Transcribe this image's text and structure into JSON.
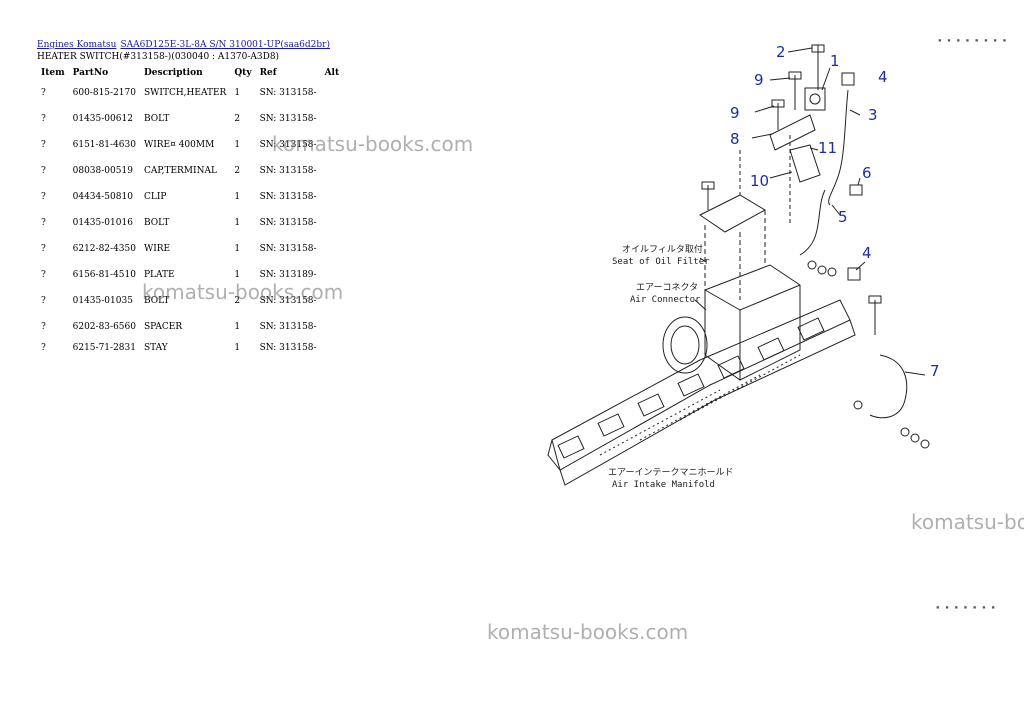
{
  "breadcrumb": {
    "link1": "Engines Komatsu",
    "link2": "SAA6D125E-3L-8A S/N 310001-UP(saa6d2br)"
  },
  "page_title": "HEATER SWITCH(#313158-)(030040 : A1370-A3D8)",
  "table": {
    "headers": [
      "Item",
      "PartNo",
      "Description",
      "Qty",
      "Ref",
      "Alt"
    ],
    "rows": [
      {
        "item": "?",
        "part": "600-815-2170",
        "desc": "SWITCH,HEATER",
        "qty": "1",
        "ref": "SN: 313158-",
        "alt": ""
      },
      {
        "item": "?",
        "part": "01435-00612",
        "desc": "BOLT",
        "qty": "2",
        "ref": "SN: 313158-",
        "alt": ""
      },
      {
        "item": "?",
        "part": "6151-81-4630",
        "desc": "WIRE¤ 400MM",
        "qty": "1",
        "ref": "SN: 313158-",
        "alt": ""
      },
      {
        "item": "?",
        "part": "08038-00519",
        "desc": "CAP,TERMINAL",
        "qty": "2",
        "ref": "SN: 313158-",
        "alt": ""
      },
      {
        "item": "?",
        "part": "04434-50810",
        "desc": "CLIP",
        "qty": "1",
        "ref": "SN: 313158-",
        "alt": ""
      },
      {
        "item": "?",
        "part": "01435-01016",
        "desc": "BOLT",
        "qty": "1",
        "ref": "SN: 313158-",
        "alt": ""
      },
      {
        "item": "?",
        "part": "6212-82-4350",
        "desc": "WIRE",
        "qty": "1",
        "ref": "SN: 313158-",
        "alt": ""
      },
      {
        "item": "?",
        "part": "6156-81-4510",
        "desc": "PLATE",
        "qty": "1",
        "ref": "SN: 313189-",
        "alt": ""
      },
      {
        "item": "?",
        "part": "01435-01035",
        "desc": "BOLT",
        "qty": "2",
        "ref": "SN: 313158-",
        "alt": ""
      },
      {
        "item": "?",
        "part": "6202-83-6560",
        "desc": "SPACER",
        "qty": "1",
        "ref": "SN: 313158-",
        "alt": ""
      },
      {
        "item": "?",
        "part": "6215-71-2831",
        "desc": "STAY",
        "qty": "1",
        "ref": "SN: 313158-",
        "alt": ""
      }
    ]
  },
  "watermark": "komatsu-books.com",
  "diagram": {
    "callouts": [
      "1",
      "2",
      "3",
      "4",
      "4",
      "5",
      "6",
      "7",
      "8",
      "9",
      "9",
      "10",
      "11"
    ],
    "jp_filter": "オイルフィルタ取付",
    "en_filter": "Seat of Oil Filter",
    "jp_air_connector": "エアーコネクタ",
    "en_air_connector": "Air Connector",
    "jp_manifold": "エアーインテークマニホールド",
    "en_manifold": "Air Intake Manifold"
  },
  "colors": {
    "callout": "#1c2fa0",
    "link": "#1a1aa6"
  }
}
